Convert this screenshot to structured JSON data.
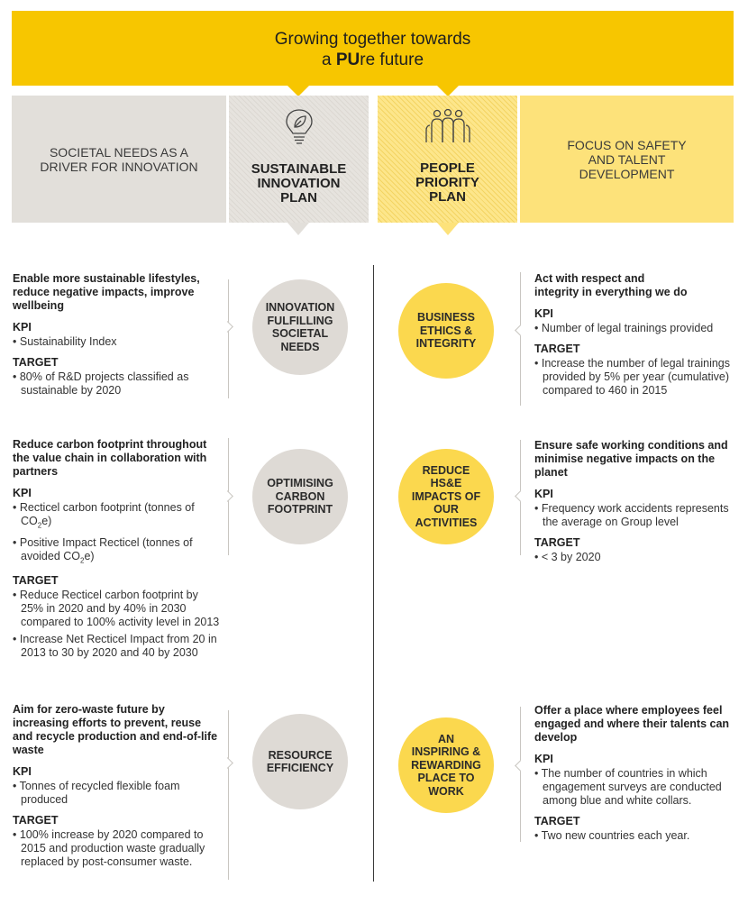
{
  "banner": {
    "line1": "Growing together towards",
    "line2_bold": "PU",
    "line2_prefix": "a ",
    "line2_suffix": "re future",
    "color": "#f7c600"
  },
  "header": {
    "left_text": "SOCIETAL NEEDS AS A DRIVER FOR INNOVATION",
    "left_plan": "SUSTAINABLE INNOVATION PLAN",
    "left_icon": "lightbulb-leaf-icon",
    "right_plan": "PEOPLE PRIORITY PLAN",
    "right_icon": "people-group-icon",
    "right_text": "FOCUS ON SAFETY AND TALENT DEVELOPMENT"
  },
  "colors": {
    "grey": "#e2dfda",
    "yellow": "#fde27a",
    "circle_grey": "#dedad5",
    "circle_yellow": "#fbd84e"
  },
  "left": [
    {
      "heading": "Enable more sustainable lifestyles, reduce negative impacts, improve wellbeing",
      "circle": "INNOVATION FULFILLING SOCIETAL NEEDS",
      "kpi_label": "KPI",
      "kpi": [
        "Sustainability Index"
      ],
      "target_label": "TARGET",
      "target": [
        "80% of R&D projects classified as sustainable by 2020"
      ]
    },
    {
      "heading": "Reduce carbon footprint throughout the value chain in collaboration with partners",
      "circle": "OPTIMISING CARBON FOOTPRINT",
      "kpi_label": "KPI",
      "kpi": [
        "Recticel carbon footprint (tonnes of CO2e)",
        "Positive Impact Recticel (tonnes of avoided CO2e)"
      ],
      "target_label": "TARGET",
      "target": [
        "Reduce Recticel carbon footprint by 25% in 2020 and by 40% in 2030 compared to 100% activity level in 2013",
        "Increase Net Recticel Impact from 20 in 2013 to 30 by 2020 and 40 by 2030"
      ]
    },
    {
      "heading": "Aim for zero-waste future by increasing efforts to prevent, reuse and recycle production and end-of-life waste",
      "circle": "RESOURCE EFFICIENCY",
      "kpi_label": "KPI",
      "kpi": [
        "Tonnes of recycled flexible foam produced"
      ],
      "target_label": "TARGET",
      "target": [
        "100% increase by 2020 compared to 2015 and production waste gradually replaced by post-consumer waste."
      ]
    }
  ],
  "right": [
    {
      "heading": "Act with respect and integrity in everything we do",
      "circle": "BUSINESS ETHICS & INTEGRITY",
      "kpi_label": "KPI",
      "kpi": [
        "Number of legal trainings provided"
      ],
      "target_label": "TARGET",
      "target": [
        "Increase the number of legal trainings provided by 5% per year (cumulative) compared to 460 in 2015"
      ]
    },
    {
      "heading": "Ensure safe working conditions and minimise negative impacts on the planet",
      "circle": "REDUCE HS&E IMPACTS OF OUR ACTIVITIES",
      "kpi_label": "KPI",
      "kpi": [
        "Frequency work accidents represents the average on Group level"
      ],
      "target_label": "TARGET",
      "target": [
        "< 3 by 2020"
      ]
    },
    {
      "heading": "Offer a place where employees feel engaged and where their talents can develop",
      "circle": "AN INSPIRING & REWARDING PLACE TO WORK",
      "kpi_label": "KPI",
      "kpi": [
        "The number of countries in which engagement surveys are conducted among blue and white collars."
      ],
      "target_label": "TARGET",
      "target": [
        "Two new countries each year."
      ]
    }
  ]
}
